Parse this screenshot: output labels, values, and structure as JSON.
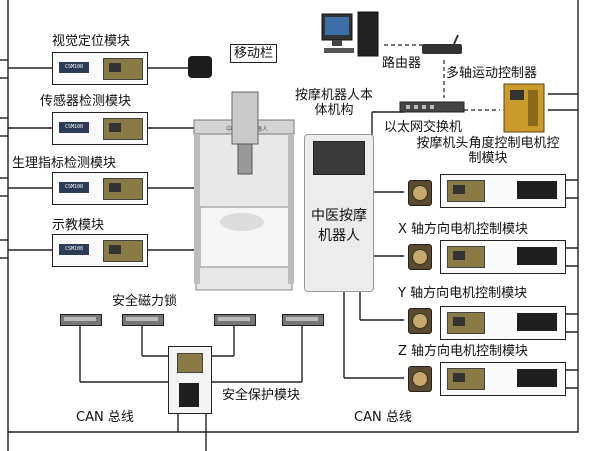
{
  "modules_left": [
    {
      "label": "视觉定位模块"
    },
    {
      "label": "传感器检测模块"
    },
    {
      "label": "生理指标检测模块"
    },
    {
      "label": "示教模块"
    }
  ],
  "moving_bar": "移动栏",
  "robot_body": "按摩机器人本体机构",
  "robot_name": "中医按摩机器人",
  "router": "路由器",
  "multi_axis": "多轴运动控制器",
  "ethernet_switch": "以太网交换机",
  "motor_modules": [
    {
      "label": "按摩机头角度控制电机控制模块"
    },
    {
      "label": "X 轴方向电机控制模块"
    },
    {
      "label": "Y 轴方向电机控制模块"
    },
    {
      "label": "Z 轴方向电机控制模块"
    }
  ],
  "safety_lock": "安全磁力锁",
  "safety_module": "安全保护模块",
  "can_bus_left": "CAN 总线",
  "can_bus_right": "CAN 总线"
}
